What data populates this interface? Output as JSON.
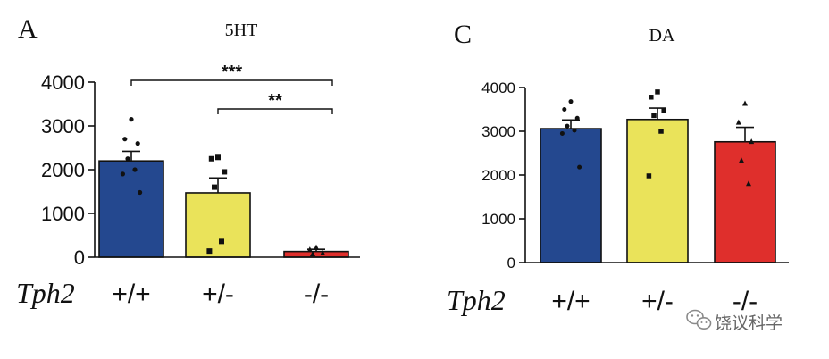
{
  "chart_data": [
    {
      "panel": "A",
      "type": "bar",
      "title": "5HT",
      "xlabel": "Tph2",
      "ylabel": "",
      "ylim": [
        0,
        4000
      ],
      "yticks": [
        0,
        1000,
        2000,
        3000,
        4000
      ],
      "categories": [
        "+/+",
        "+/-",
        "-/-"
      ],
      "values": [
        2200,
        1470,
        130
      ],
      "errors": [
        220,
        340,
        50
      ],
      "colors": [
        "#24488f",
        "#eae35a",
        "#df2f2c"
      ],
      "points": [
        {
          "marker": "circle",
          "values": [
            3150,
            2700,
            2600,
            2250,
            2000,
            1900,
            1480
          ]
        },
        {
          "marker": "square",
          "values": [
            2280,
            2250,
            1950,
            1600,
            360,
            140
          ]
        },
        {
          "marker": "triangle",
          "values": [
            220,
            170,
            90,
            70
          ]
        }
      ],
      "significance": [
        {
          "from": 0,
          "to": 2,
          "label": "***"
        },
        {
          "from": 1,
          "to": 2,
          "label": "**"
        }
      ]
    },
    {
      "panel": "C",
      "type": "bar",
      "title": "DA",
      "xlabel": "Tph2",
      "ylabel": "",
      "ylim": [
        0,
        4000
      ],
      "yticks": [
        0,
        1000,
        2000,
        3000,
        4000
      ],
      "categories": [
        "+/+",
        "+/-",
        "-/-"
      ],
      "values": [
        3060,
        3270,
        2760
      ],
      "errors": [
        200,
        260,
        330
      ],
      "colors": [
        "#24488f",
        "#eae35a",
        "#df2f2c"
      ],
      "points": [
        {
          "marker": "circle",
          "values": [
            3680,
            3500,
            3300,
            3120,
            3020,
            2950,
            2180
          ]
        },
        {
          "marker": "square",
          "values": [
            3900,
            3780,
            3480,
            3360,
            3000,
            1980
          ]
        },
        {
          "marker": "triangle",
          "values": [
            3630,
            3200,
            2760,
            2330,
            1800
          ]
        }
      ],
      "significance": []
    }
  ],
  "watermark": {
    "icon": "wechat-icon",
    "text": "饶议科学"
  }
}
